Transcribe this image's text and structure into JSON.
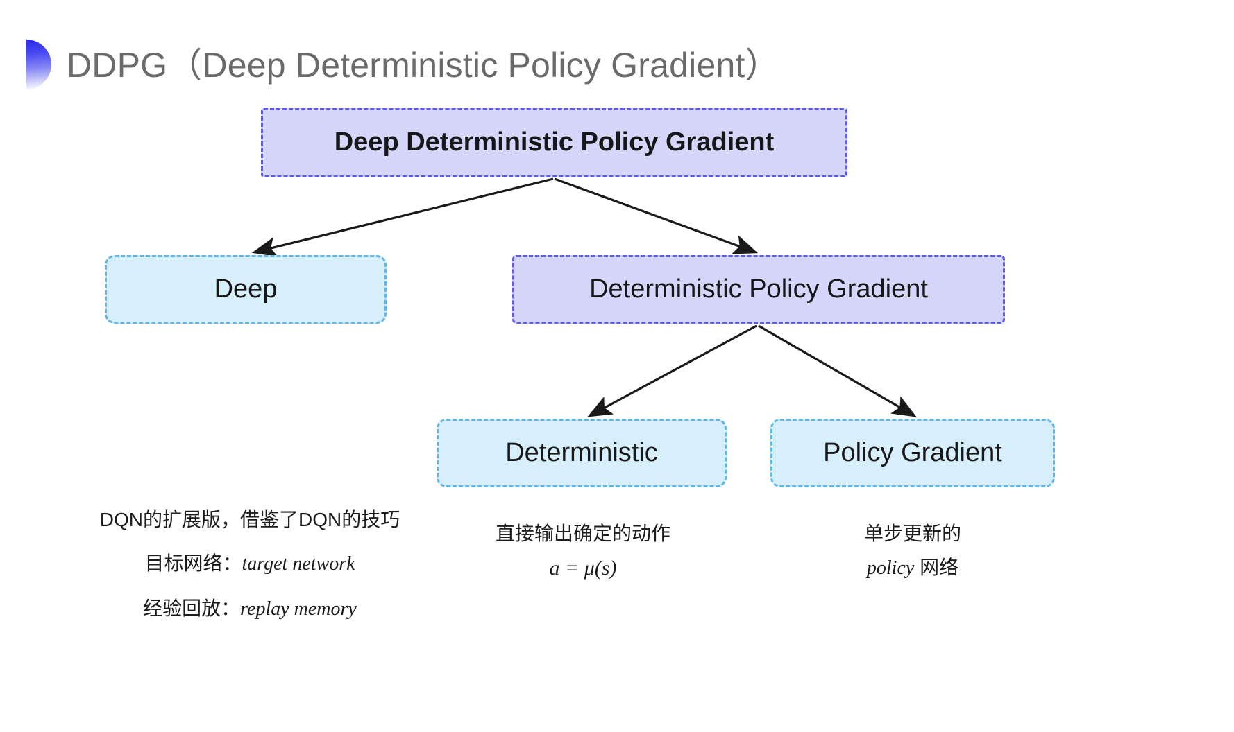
{
  "slide": {
    "title": "DDPG（Deep Deterministic Policy Gradient）",
    "background_color": "#ffffff",
    "title_color": "#6a6a6a",
    "decor_gradient_from": "#2828e8",
    "decor_gradient_to": "#ffffff"
  },
  "palette": {
    "purple_fill": "#d6d6fb",
    "purple_border": "#5b5be6",
    "blue_fill": "#d7effb",
    "blue_border": "#63b6e4",
    "arrow_color": "#1a1a1a",
    "text_color": "#17171a"
  },
  "diagram": {
    "type": "tree",
    "nodes": [
      {
        "id": "root",
        "label": "Deep Deterministic Policy Gradient",
        "style": "purple"
      },
      {
        "id": "deep",
        "label": "Deep",
        "style": "blue"
      },
      {
        "id": "dpg",
        "label": "Deterministic Policy Gradient",
        "style": "purple"
      },
      {
        "id": "deterministic",
        "label": "Deterministic",
        "style": "blue"
      },
      {
        "id": "policy-gradient",
        "label": "Policy Gradient",
        "style": "blue"
      }
    ],
    "edges": [
      {
        "from": "root",
        "to": "deep"
      },
      {
        "from": "root",
        "to": "dpg"
      },
      {
        "from": "dpg",
        "to": "deterministic"
      },
      {
        "from": "dpg",
        "to": "policy-gradient"
      }
    ]
  },
  "captions": {
    "deep": {
      "line1": "DQN的扩展版，借鉴了DQN的技巧",
      "line2_label": "目标网络：",
      "line2_term": "target network",
      "line3_label": "经验回放：",
      "line3_term": "replay memory"
    },
    "deterministic": {
      "line1": "直接输出确定的动作",
      "formula": "a = μ(s)"
    },
    "policy_gradient": {
      "line1": "单步更新的",
      "line2_term": "policy",
      "line2_suffix": " 网络"
    }
  }
}
